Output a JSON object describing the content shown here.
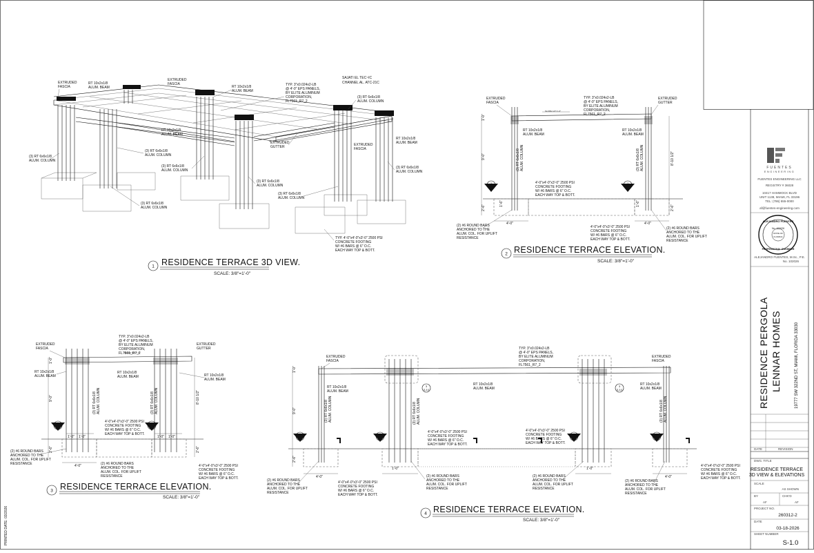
{
  "views": {
    "v1": {
      "number": "1",
      "title": "RESIDENCE TERRACE 3D VIEW.",
      "scale": "SCALE: 3/8\"=1'-0\"",
      "labels": {
        "extruded_fascia": [
          "EXTRUDED",
          "FASCIA"
        ],
        "rt10_top": [
          "RT 10x2x1/8",
          "ALUM. BEAM"
        ],
        "extruded_fascia2": [
          "EXTRUDED",
          "FASCIA"
        ],
        "rt10_mid": [
          "RT 10x2x1/8",
          "ALUM. BEAM"
        ],
        "typ_panels": [
          "TYP. 3\"x0.024x2-LB",
          "@ 4'-0\" EPS PANELS,",
          "BY ELITE ALUMINUM",
          "CORPORATION,",
          "FL7561_R7_2"
        ],
        "vendor": [
          "SAJATI EL TEC~IC",
          "CHANNEL AL. ATC-21C"
        ],
        "rt6_tr": [
          "(3) RT 6x6x1/8",
          "ALUM. COLUMN"
        ],
        "rt10_center": [
          "RT 10x2x1/8",
          "ALUM. BEAM"
        ],
        "rt6_mid_left": [
          "(3) RT 6x6x1/8",
          "ALUM. COLUMN"
        ],
        "rt6_left": [
          "(3) RT 6x6x1/8",
          "ALUM. COLUMN"
        ],
        "rt6_center": [
          "(3) RT 6x6x1/8",
          "ALUM. COLUMN"
        ],
        "extruded_gutter": [
          "EXTRUDED",
          "GUTTER"
        ],
        "extruded_fascia_r": [
          "EXTRUDED",
          "FASCIA"
        ],
        "rt10_right": [
          "RT 10x2x1/8",
          "ALUM. BEAM"
        ],
        "rt6_right": [
          "(3) RT 6x6x1/8",
          "ALUM. COLUMN"
        ],
        "rt6_cm": [
          "(3) RT 6x6x1/8",
          "ALUM. COLUMN"
        ],
        "rt6_bl": [
          "(3) RT 6x6x1/8",
          "ALUM. COLUMN"
        ],
        "rt6_bc": [
          "(3) RT 6x6x1/8",
          "ALUM. COLUMN"
        ],
        "footing": [
          "TYP. 4'-0\"x4'-0\"x3'-0\" 2500 PSI",
          "CONCRETE FOOTING",
          "W/ #6 BARS @ 6\" O.C.",
          "EACH WAY TOP & BOTT."
        ]
      }
    },
    "v2": {
      "number": "2",
      "title": "RESIDENCE TERRACE ELEVATION.",
      "scale": "SCALE: 3/8\"=1'-0\"",
      "labels": {
        "fascia": [
          "EXTRUDED",
          "FASCIA"
        ],
        "typ": [
          "TYP. 3\"x0.024x2-LB",
          "@ 4'-0\" EPS PANELS,",
          "BY ELITE ALUMINUM",
          "CORPORATION,",
          "FL7561_R7_2"
        ],
        "gutter": [
          "EXTRUDED",
          "GUTTER"
        ],
        "beam_l": [
          "RT 10x2x1/8",
          "ALUM. BEAM"
        ],
        "beam_r": [
          "RT 10x2x1/8",
          "ALUM. BEAM"
        ],
        "col_l": [
          "(3) RT 6x6x1/8",
          "ALUM. COLUMN"
        ],
        "col_r": [
          "(3) RT 6x6x1/8",
          "ALUM. COLUMN"
        ],
        "footing_top": [
          "4'-0\"x4'-0\"x3'-0\" 2500 PSI",
          "CONCRETE FOOTING",
          "W/ #6 BARS @ 6\" O.C.",
          "EACH WAY TOP & BOTT."
        ],
        "bars_l": [
          "(2) #6 ROUND BARS",
          "ANCHORED TO THE",
          "ALUM. COL. FOR UPLIFT",
          "RESISTANCE"
        ],
        "footing_bot": [
          "4'-0\"x4'-0\"x3'-0\" 2500 PSI",
          "CONCRETE FOOTING",
          "W/ #6 BARS @ 6\" O.C.",
          "EACH WAY TOP & BOTT."
        ],
        "bars_r": [
          "(2) #6 ROUND BARS",
          "ANCHORED TO THE",
          "ALUM. COL. FOR UPLIFT",
          "RESISTANCE"
        ],
        "dim_h_l": "9'-0\"",
        "dim_h_r": "8'-10 1/2\"",
        "dim_top": "1'-0\"",
        "dim_d_l": "2'-6\"",
        "dim_d_r": "2'-6\"",
        "dim_w_l": "4'-0\"",
        "dim_w_r": "4'-0\"",
        "dim_s_l": "1'-6\"",
        "dim_s_r": "1'-6\"",
        "beam_span": "SLOPE 1/4\":1'-0\""
      }
    },
    "v3": {
      "number": "3",
      "title": "RESIDENCE TERRACE ELEVATION.",
      "scale": "SCALE: 3/8\"=1'-0\"",
      "labels": {
        "fascia": [
          "EXTRUDED",
          "FASCIA"
        ],
        "typ": [
          "TYP. 3\"x0.024x2-LB",
          "@ 4'-0\" EPS PANELS,",
          "BY ELITE ALUMINUM",
          "CORPORATION,",
          "FL7561_R7_2"
        ],
        "gutter": [
          "EXTRUDED",
          "GUTTER"
        ],
        "beam_l": [
          "RT 10x2x1/8",
          "ALUM. BEAM"
        ],
        "beam_c": [
          "RT 10x2x1/8",
          "ALUM. BEAM"
        ],
        "beam_r": [
          "RT 10x2x1/8",
          "ALUM. BEAM"
        ],
        "col_l": [
          "(3) RT 6x6x1/8",
          "ALUM. COLUMN"
        ],
        "col_r": [
          "(3) RT 6x6x1/8",
          "ALUM. COLUMN"
        ],
        "footing_top": [
          "4'-0\"x4'-0\"x3'-0\" 2500 PSI",
          "CONCRETE FOOTING",
          "W/ #6 BARS @ 6\" O.C.",
          "EACH WAY TOP & BOTT."
        ],
        "bars_l": [
          "(2) #6 ROUND BARS",
          "ANCHORED TO THE",
          "ALUM. COL. FOR UPLIFT",
          "RESISTANCE"
        ],
        "bars_c": [
          "(2) #6 ROUND BARS",
          "ANCHORED TO THE",
          "ALUM. COL. FOR UPLIFT",
          "RESISTANCE"
        ],
        "footing_r": [
          "4'-0\"x4'-0\"x3'-0\" 2500 PSI",
          "CONCRETE FOOTING",
          "W/ #6 BARS @ 6\" O.C.",
          "EACH WAY TOP & BOTT."
        ],
        "dim_h_l": "9'-0\"",
        "dim_h_r": "8'-10 1/2\"",
        "dim_d_l": "2'-6\"",
        "dim_d_r": "2'-6\"",
        "dim_w": "4'-0\"",
        "dim_s1": "1'-0\"",
        "dim_s2": "1'-0\"",
        "dim_s3": "1'-0\"",
        "dim_s4": "1'-0\"",
        "dim_top": "1'-0\""
      }
    },
    "v4": {
      "number": "4",
      "title": "RESIDENCE TERRACE ELEVATION.",
      "scale": "SCALE: 3/8\"=1'-0\"",
      "labels": {
        "fascia_l": [
          "EXTRUDED",
          "FASCIA"
        ],
        "typ": [
          "TYP. 3\"x0.024x2-LB",
          "@ 4'-0\" EPS PANELS,",
          "BY ELITE ALUMINUM",
          "CORPORATION,",
          "FL7561_R7_2"
        ],
        "fascia_r": [
          "EXTRUDED",
          "FASCIA"
        ],
        "beam_l": [
          "RT 10x2x1/8",
          "ALUM. BEAM"
        ],
        "beam_c": [
          "RT 10x2x1/8",
          "ALUM. BEAM"
        ],
        "beam_r": [
          "RT 10x2x1/8",
          "ALUM. BEAM"
        ],
        "col_l": [
          "(3) RT 6x6x1/8",
          "ALUM. COLUMN"
        ],
        "col_c": [
          "(3) RT 6x6x1/8",
          "ALUM. COLUMN"
        ],
        "col_r": [
          "(3) RT 6x6x1/8",
          "ALUM. COLUMN"
        ],
        "footing_m1": [
          "4'-0\"x4'-0\"x3'-0\" 2500 PSI",
          "CONCRETE FOOTING",
          "W/ #6 BARS @ 6\" O.C.",
          "EACH WAY TOP & BOTT."
        ],
        "footing_m2": [
          "4'-0\"x4'-0\"x3'-0\" 2500 PSI",
          "CONCRETE FOOTING",
          "W/ #6 BARS @ 6\" O.C.",
          "EACH WAY TOP & BOTT."
        ],
        "bars_l": [
          "(2) #6 ROUND BARS",
          "ANCHORED TO THE",
          "ALUM. COL. FOR UPLIFT",
          "RESISTANCE"
        ],
        "footing_b": [
          "4'-0\"x4'-0\"x3'-0\" 2500 PSI",
          "CONCRETE FOOTING",
          "W/ #6 BARS @ 6\" O.C.",
          "EACH WAY TOP & BOTT."
        ],
        "bars_c1": [
          "(2) #6 ROUND BARS",
          "ANCHORED TO THE",
          "ALUM. COL. FOR UPLIFT",
          "RESISTANCE"
        ],
        "bars_c2": [
          "(2) #6 ROUND BARS",
          "ANCHORED TO THE",
          "ALUM. COL. FOR UPLIFT",
          "RESISTANCE"
        ],
        "bars_r": [
          "(2) #6 ROUND BARS",
          "ANCHORED TO THE",
          "ALUM. COL. FOR UPLIFT",
          "RESISTANCE"
        ],
        "footing_r": [
          "4'-0\"x4'-0\"x3'-0\" 2500 PSI",
          "CONCRETE FOOTING",
          "W/ #6 BARS @ 6\" O.C.",
          "EACH WAY TOP & BOTT."
        ],
        "dim_h": "9'-0\"",
        "dim_d": "2'-6\"",
        "dim_w1": "4'-0\"",
        "dim_w2": "4'-0\"",
        "dim_s": "1'-0\"",
        "dim_top": "1'-0\""
      }
    }
  },
  "callouts": {
    "sec_num": "2",
    "sec_sheet": "S-2.0",
    "detail_num": "3",
    "detail_sheet": "S-3.0"
  },
  "title_block": {
    "company": [
      "FUENTES",
      "ENGINEERING"
    ],
    "company_full": "FUENTES ENGINEERING LLC",
    "registry": "REGISTRY # 36028",
    "address": [
      "10417 HAMMOCK BLVD",
      "UNIT 1138, MIAMI, FL 33196"
    ],
    "tel": "TEL:       (786) 555-0000",
    "email": "af@fuentes-engineering.com",
    "seal_text": [
      "ALEJANDRO FUENTES",
      "No. 102026",
      "STATE OF",
      "FLORIDA",
      "PROFESSIONAL ENGINEER"
    ],
    "engineer": [
      "ALEJANDRO FUENTES, M.Sc., P.E.",
      "No. 102026"
    ],
    "project_title": [
      "RESIDENCE PERGOLA",
      "LENNAR HOMES"
    ],
    "project_address": "19777 SW 322ND ST, MIAMI, FLORIDA 33030",
    "date_label": "DATE",
    "revision_label": "REVISION",
    "dwg_title_label": "DWG. TITLE",
    "dwg_title": [
      "RESIDENCE TERRACE",
      "3D VIEW & ELEVATIONS"
    ],
    "scale_label": "SCALE",
    "scale_value": "AS SHOWN",
    "by_label": "BY",
    "chkd_label": "CHK'D",
    "by_value": "AF",
    "chkd_value": "AF",
    "project_no_label": "PROJECT NO.",
    "project_no": "260312-2",
    "date_value_label": "DATE",
    "date_value": "03-18-2026",
    "sheet_no_label": "SHEET NUMBER",
    "sheet_no": "S-1.0"
  },
  "margin_note": "PRINTED DATE: 03/2026"
}
